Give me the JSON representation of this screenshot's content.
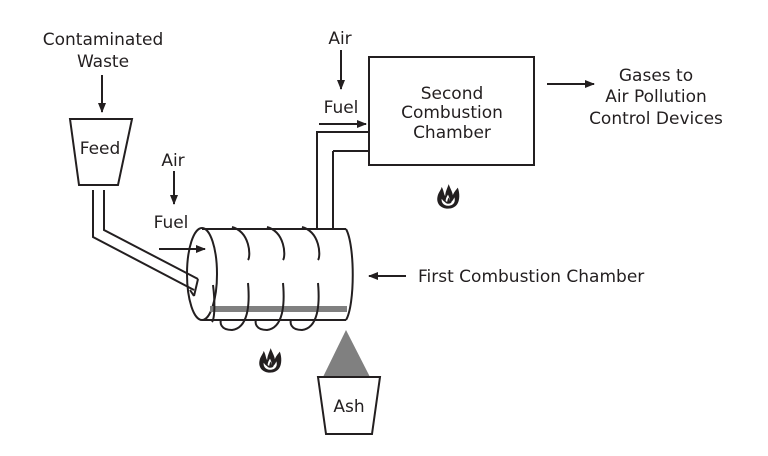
{
  "diagram": {
    "title": "Two-stage combustion system (rotary kiln incinerator)",
    "labels": {
      "contaminated_waste_line1": "Contaminated",
      "contaminated_waste_line2": "Waste",
      "feed": "Feed",
      "air_first": "Air",
      "fuel_first": "Fuel",
      "air_second": "Air",
      "fuel_second": "Fuel",
      "second_chamber_line1": "Second",
      "second_chamber_line2": "Combustion",
      "second_chamber_line3": "Chamber",
      "gases_line1": "Gases to",
      "gases_line2": "Air Pollution",
      "gases_line3": "Control Devices",
      "first_chamber": "First Combustion Chamber",
      "ash": "Ash"
    },
    "icons": {
      "burner_first": "flame-icon",
      "burner_second": "flame-icon"
    },
    "colors": {
      "line": "#231f20",
      "ash": "#808080",
      "background": "#ffffff"
    }
  }
}
